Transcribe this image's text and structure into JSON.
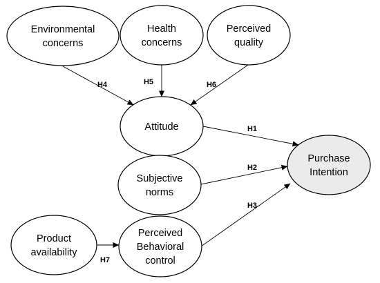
{
  "diagram": {
    "fills": {
      "default": "#ffffff",
      "outcome": "#ebebeb"
    },
    "nodes": [
      {
        "id": "environmental-concerns",
        "lines": [
          "Environmental",
          "concerns"
        ]
      },
      {
        "id": "health-concerns",
        "lines": [
          "Health",
          "concerns"
        ]
      },
      {
        "id": "perceived-quality",
        "lines": [
          "Perceived",
          "quality"
        ]
      },
      {
        "id": "attitude",
        "lines": [
          "Attitude"
        ]
      },
      {
        "id": "subjective-norms",
        "lines": [
          "Subjective",
          "norms"
        ]
      },
      {
        "id": "product-availability",
        "lines": [
          "Product",
          "availability"
        ]
      },
      {
        "id": "perceived-behavioral-control",
        "lines": [
          "Perceived",
          "Behavioral",
          "control"
        ]
      },
      {
        "id": "purchase-intention",
        "lines": [
          "Purchase",
          "Intention"
        ],
        "fill": "outcome"
      }
    ],
    "edges": [
      {
        "id": "h1",
        "from": "attitude",
        "to": "purchase-intention",
        "label": "H1"
      },
      {
        "id": "h2",
        "from": "subjective-norms",
        "to": "purchase-intention",
        "label": "H2"
      },
      {
        "id": "h3",
        "from": "perceived-behavioral-control",
        "to": "purchase-intention",
        "label": "H3"
      },
      {
        "id": "h4",
        "from": "environmental-concerns",
        "to": "attitude",
        "label": "H4"
      },
      {
        "id": "h5",
        "from": "health-concerns",
        "to": "attitude",
        "label": "H5"
      },
      {
        "id": "h6",
        "from": "perceived-quality",
        "to": "attitude",
        "label": "H6"
      },
      {
        "id": "h7",
        "from": "product-availability",
        "to": "perceived-behavioral-control",
        "label": "H7"
      }
    ]
  }
}
